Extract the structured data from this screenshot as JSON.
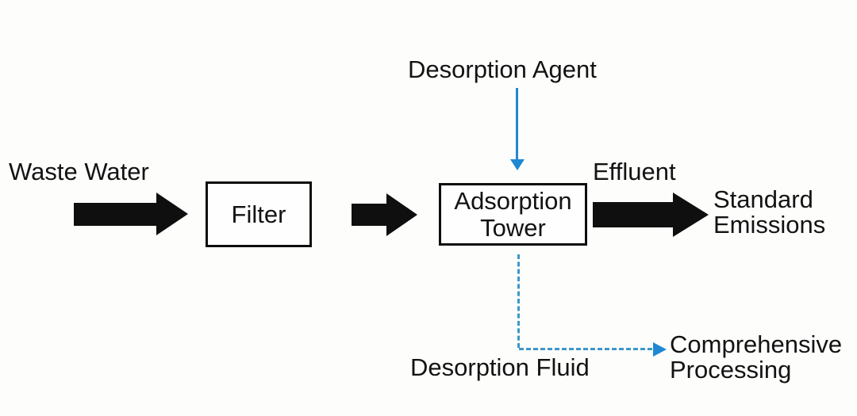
{
  "colors": {
    "background": "#fdfdfc",
    "arrow_black": "#0f0f0f",
    "box_border": "#0d0d0d",
    "text": "#131313",
    "blue_solid_arrow": "#1e88d2",
    "blue_dotted_line": "#3e96c8"
  },
  "labels": {
    "waste_water": "Waste Water",
    "desorption_agent": "Desorption Agent",
    "effluent": "Effluent",
    "standard_line1": "Standard",
    "standard_line2": "Emissions",
    "desorption_fluid": "Desorption Fluid",
    "comprehensive_line1": "Comprehensive",
    "comprehensive_line2": "Processing"
  },
  "nodes": {
    "filter": "Filter",
    "adsorption_line1": "Adsorption",
    "adsorption_line2": "Tower"
  }
}
